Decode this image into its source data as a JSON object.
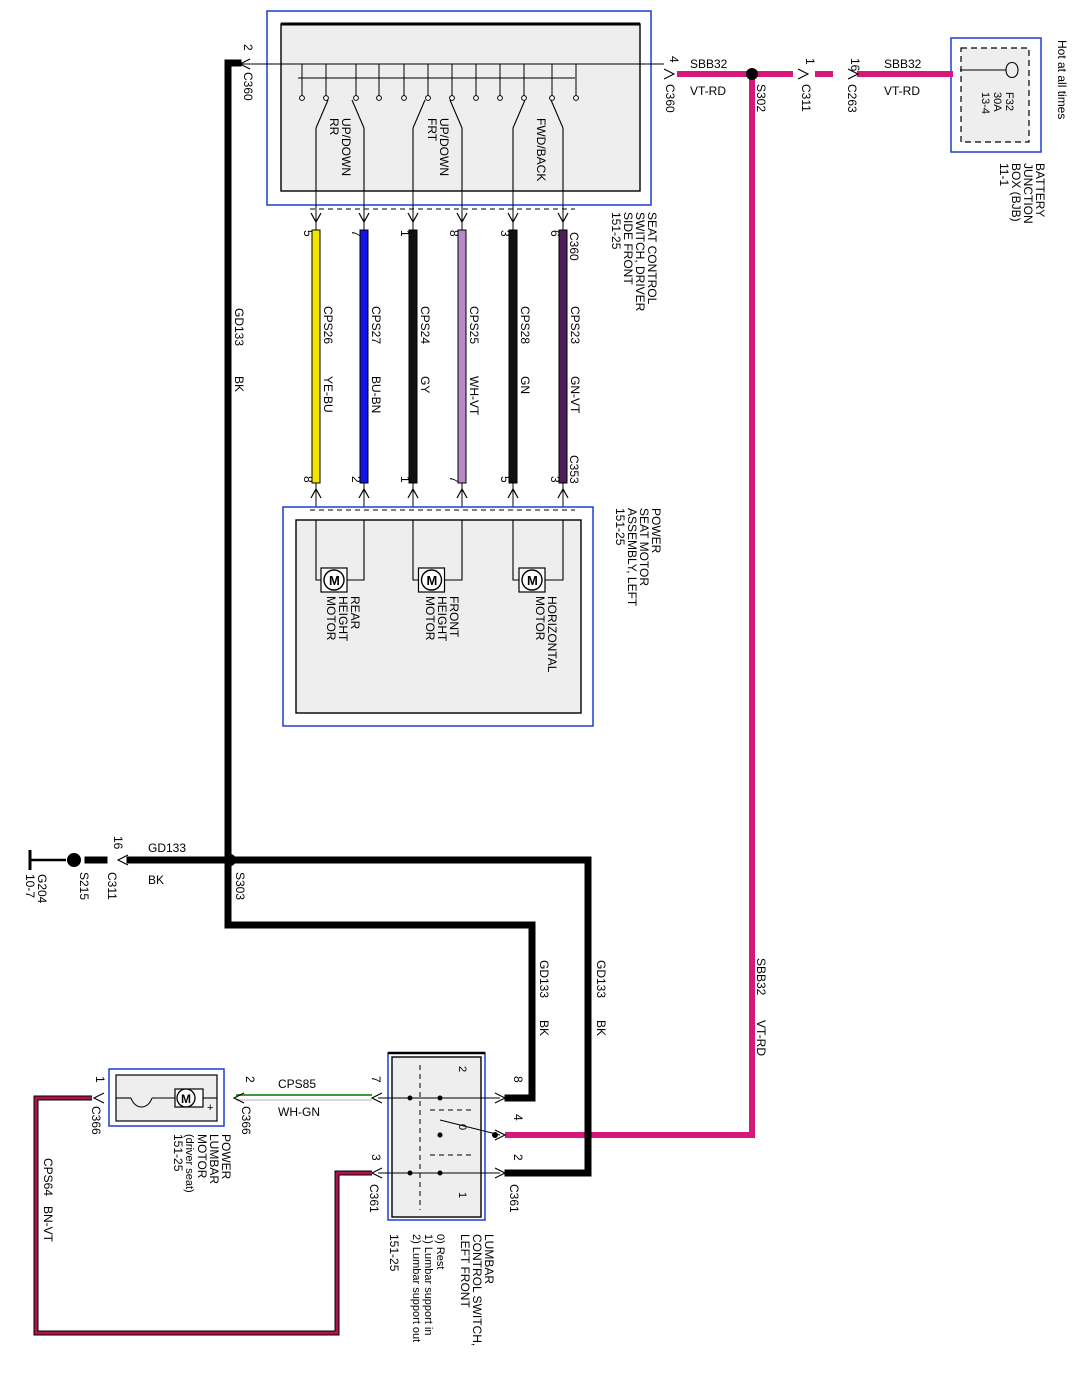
{
  "colors": {
    "box_border": "#1f3fd0",
    "box_fill": "#eeeeee",
    "ground_wire": "#000000",
    "power_wire": "#d6187a",
    "lumbar_return_wire": "#b0124f",
    "wire_ye_bu": "#f2e600",
    "wire_bu_bn": "#1414e6",
    "wire_gy": "#111111",
    "wire_wh_vt": "#b98ac8",
    "wire_gn": "#111111",
    "wire_gn_vt": "#4a1f5a",
    "wire_wh_gn": "#3f9a3f"
  },
  "power_source": {
    "hot_label": "Hot at all times",
    "fuse_label": "F32",
    "fuse_rating": "30A",
    "fuse_ref": "13-4",
    "box_name": "BATTERY",
    "box_name_2": "JUNCTION",
    "box_name_3": "BOX (BJB)",
    "box_ref": "11-1"
  },
  "feed_circuit": {
    "c263_pin": "16",
    "c263": "C263",
    "c311_pin": "1",
    "c311": "C311",
    "circuit_a": "SBB32",
    "color_a": "VT-RD",
    "circuit_b": "SBB32",
    "color_b": "VT-RD",
    "splice": "S302",
    "c360_pin": "4",
    "c360": "C360",
    "riser_circuit": "SBB32",
    "riser_color": "VT-RD"
  },
  "seat_switch": {
    "name_1": "SEAT CONTROL",
    "name_2": "SWITCH, DRIVER",
    "name_3": "SIDE FRONT",
    "name_4": "151-25",
    "sw1_a": "UP/DOWN",
    "sw1_b": "RR",
    "sw2_a": "UP/DOWN",
    "sw2_b": "FRT",
    "sw3": "FWD/BACK",
    "ground_pin": "2",
    "ground_conn": "C360",
    "out_conn": "C360"
  },
  "seat_wires": [
    {
      "pin_top": "5",
      "circuit": "CPS26",
      "color_code": "YE-BU",
      "pin_bottom": "8"
    },
    {
      "pin_top": "7",
      "circuit": "CPS27",
      "color_code": "BU-BN",
      "pin_bottom": "2"
    },
    {
      "pin_top": "1",
      "circuit": "CPS24",
      "color_code": "GY",
      "pin_bottom": "1"
    },
    {
      "pin_top": "8",
      "circuit": "CPS25",
      "color_code": "WH-VT",
      "pin_bottom": "7"
    },
    {
      "pin_top": "3",
      "circuit": "CPS28",
      "color_code": "GN",
      "pin_bottom": "5"
    },
    {
      "pin_top": "6",
      "circuit": "CPS23",
      "color_code": "GN-VT",
      "pin_bottom": "3"
    }
  ],
  "seat_motor": {
    "conn": "C353",
    "name_1": "POWER",
    "name_2": "SEAT MOTOR",
    "name_3": "ASSEMBLY, LEFT",
    "name_4": "151-25",
    "m1_a": "REAR",
    "m1_b": "HEIGHT",
    "m1_c": "MOTOR",
    "m2_a": "FRONT",
    "m2_b": "HEIGHT",
    "m2_c": "MOTOR",
    "m3_a": "HORIZONTAL",
    "m3_b": "MOTOR",
    "motor_symbol": "M"
  },
  "ground": {
    "circuit": "GD133",
    "color": "BK",
    "main_circuit": "GD133",
    "main_color": "BK",
    "splice": "S303",
    "c311_pin": "16",
    "c311": "C311",
    "s215": "S215",
    "g204": "G204",
    "g204_ref": "10-7",
    "branch_a_circuit": "GD133",
    "branch_a_color": "BK",
    "branch_b_circuit": "GD133",
    "branch_b_color": "BK"
  },
  "lumbar_switch": {
    "name_1": "LUMBAR",
    "name_2": "CONTROL SWITCH,",
    "name_3": "LEFT FRONT",
    "legend_0": "0) Rest",
    "legend_1": "1) Lumbar support in",
    "legend_2": "2) Lumbar support out",
    "ref": "151-25",
    "pin_8": "8",
    "pin_4": "4",
    "pin_2": "2",
    "pin_7": "7",
    "pin_3": "3",
    "conn_right": "C361",
    "conn_left": "C361",
    "pos_2": "2",
    "pos_0": "0",
    "pos_1": "1"
  },
  "lumbar_motor": {
    "name_1": "POWER",
    "name_2": "LUMBAR",
    "name_3": "MOTOR",
    "name_4": "(driver seat)",
    "ref": "151-25",
    "pin_2": "2",
    "conn_2": "C366",
    "pin_1": "1",
    "conn_1": "C366",
    "wire_circuit": "CPS85",
    "wire_color": "WH-GN",
    "return_circuit": "CPS64",
    "return_color": "BN-VT",
    "motor_symbol": "M",
    "plus": "+"
  }
}
